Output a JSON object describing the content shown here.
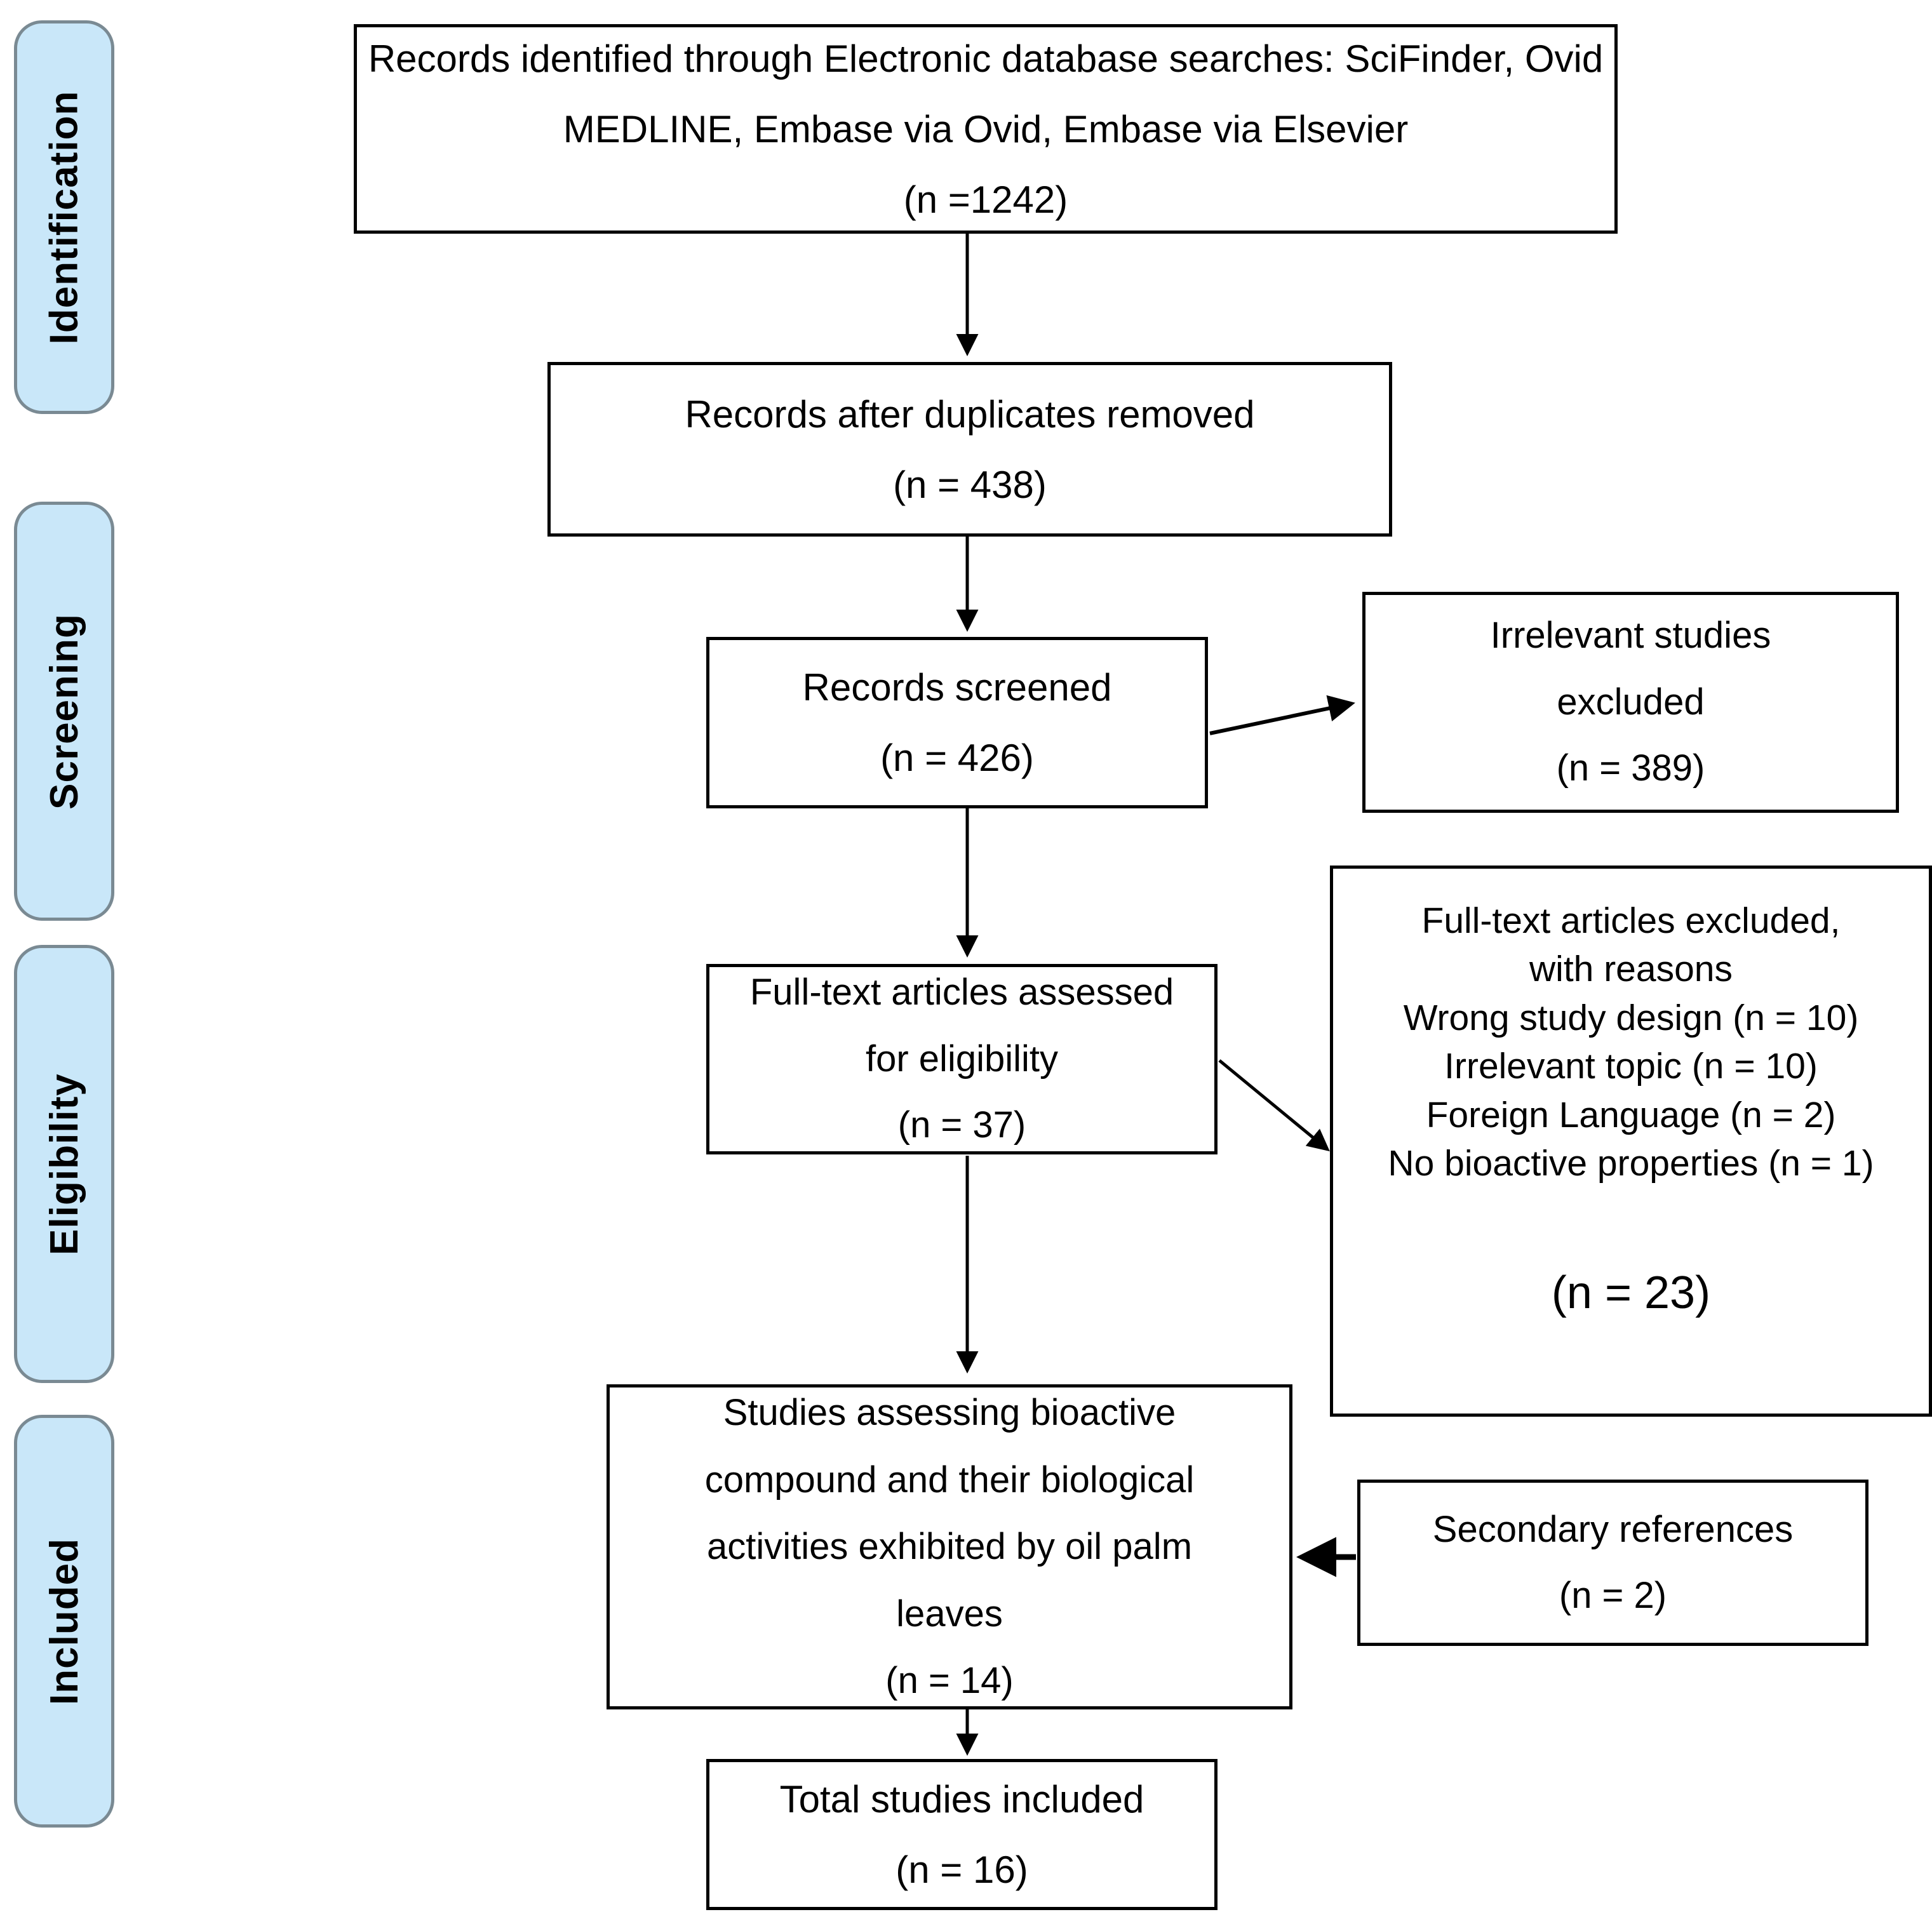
{
  "stages": [
    {
      "label": "Identification"
    },
    {
      "label": "Screening"
    },
    {
      "label": "Eligibility"
    },
    {
      "label": "Included"
    }
  ],
  "boxes": {
    "identified": {
      "lines": [
        "Records identified through Electronic database searches: SciFinder, Ovid",
        "MEDLINE, Embase via Ovid, Embase via Elsevier",
        "(n =1242)"
      ]
    },
    "duplicates_removed": {
      "lines": [
        "Records after duplicates removed",
        "(n = 438)"
      ]
    },
    "records_screened": {
      "lines": [
        "Records screened",
        "(n = 426)"
      ]
    },
    "irrelevant_excluded": {
      "lines": [
        "Irrelevant studies",
        "excluded",
        "(n = 389)"
      ]
    },
    "fulltext_assessed": {
      "lines": [
        "Full-text articles assessed",
        "for eligibility",
        "(n = 37)"
      ]
    },
    "fulltext_excluded": {
      "lines": [
        "Full-text articles excluded,",
        "with reasons",
        "Wrong study design (n = 10)",
        "Irrelevant topic (n = 10)",
        "Foreign Language (n = 2)",
        "No bioactive properties (n = 1)"
      ],
      "total": "(n = 23)"
    },
    "studies_assessing": {
      "lines": [
        "Studies assessing bioactive",
        "compound and their biological",
        "activities exhibited by oil palm",
        "leaves",
        "(n = 14)"
      ]
    },
    "secondary_references": {
      "lines": [
        "Secondary references",
        "(n = 2)"
      ]
    },
    "total_included": {
      "lines": [
        "Total studies included",
        "(n = 16)"
      ]
    }
  },
  "colors": {
    "pill_fill": "#C9E7F9",
    "pill_border": "#7A8A93",
    "box_border": "#000000",
    "connector": "#000000",
    "background": "#FFFFFF"
  }
}
